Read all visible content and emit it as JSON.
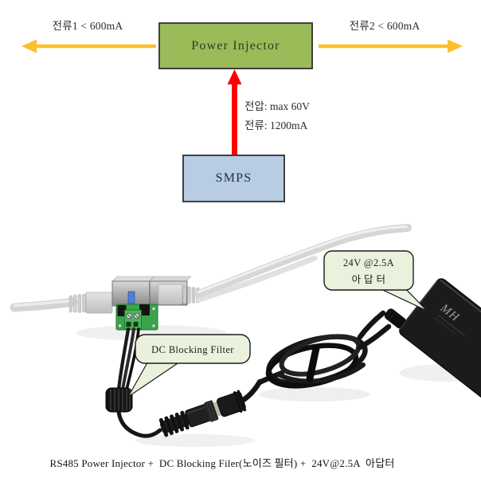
{
  "diagram": {
    "left_flow_label": "전류1 < 600mA",
    "right_flow_label": "전류2 < 600mA",
    "injector_label": "Power Injector",
    "smps_label": "SMPS",
    "voltage_label": "전압: max 60V",
    "current_label": "전류: 1200mA",
    "colors": {
      "injector_fill": "#9bbb59",
      "smps_fill": "#b8cce4",
      "flow_arrow": "#fdbf2b",
      "power_arrow": "#fe0000",
      "box_border": "#404040"
    }
  },
  "photo": {
    "adapter_callout_line1": "24V @2.5A",
    "adapter_callout_line2": "아 답 터",
    "filter_callout_label": "DC Blocking Filter",
    "adapter_logo": "MH",
    "callout_fill": "#eaf1dd",
    "pcb_color": "#3aa34c"
  },
  "caption": "RS485 Power Injector +  DC Blocking Filer(노이즈 필터) +  24V@2.5A  아답터"
}
